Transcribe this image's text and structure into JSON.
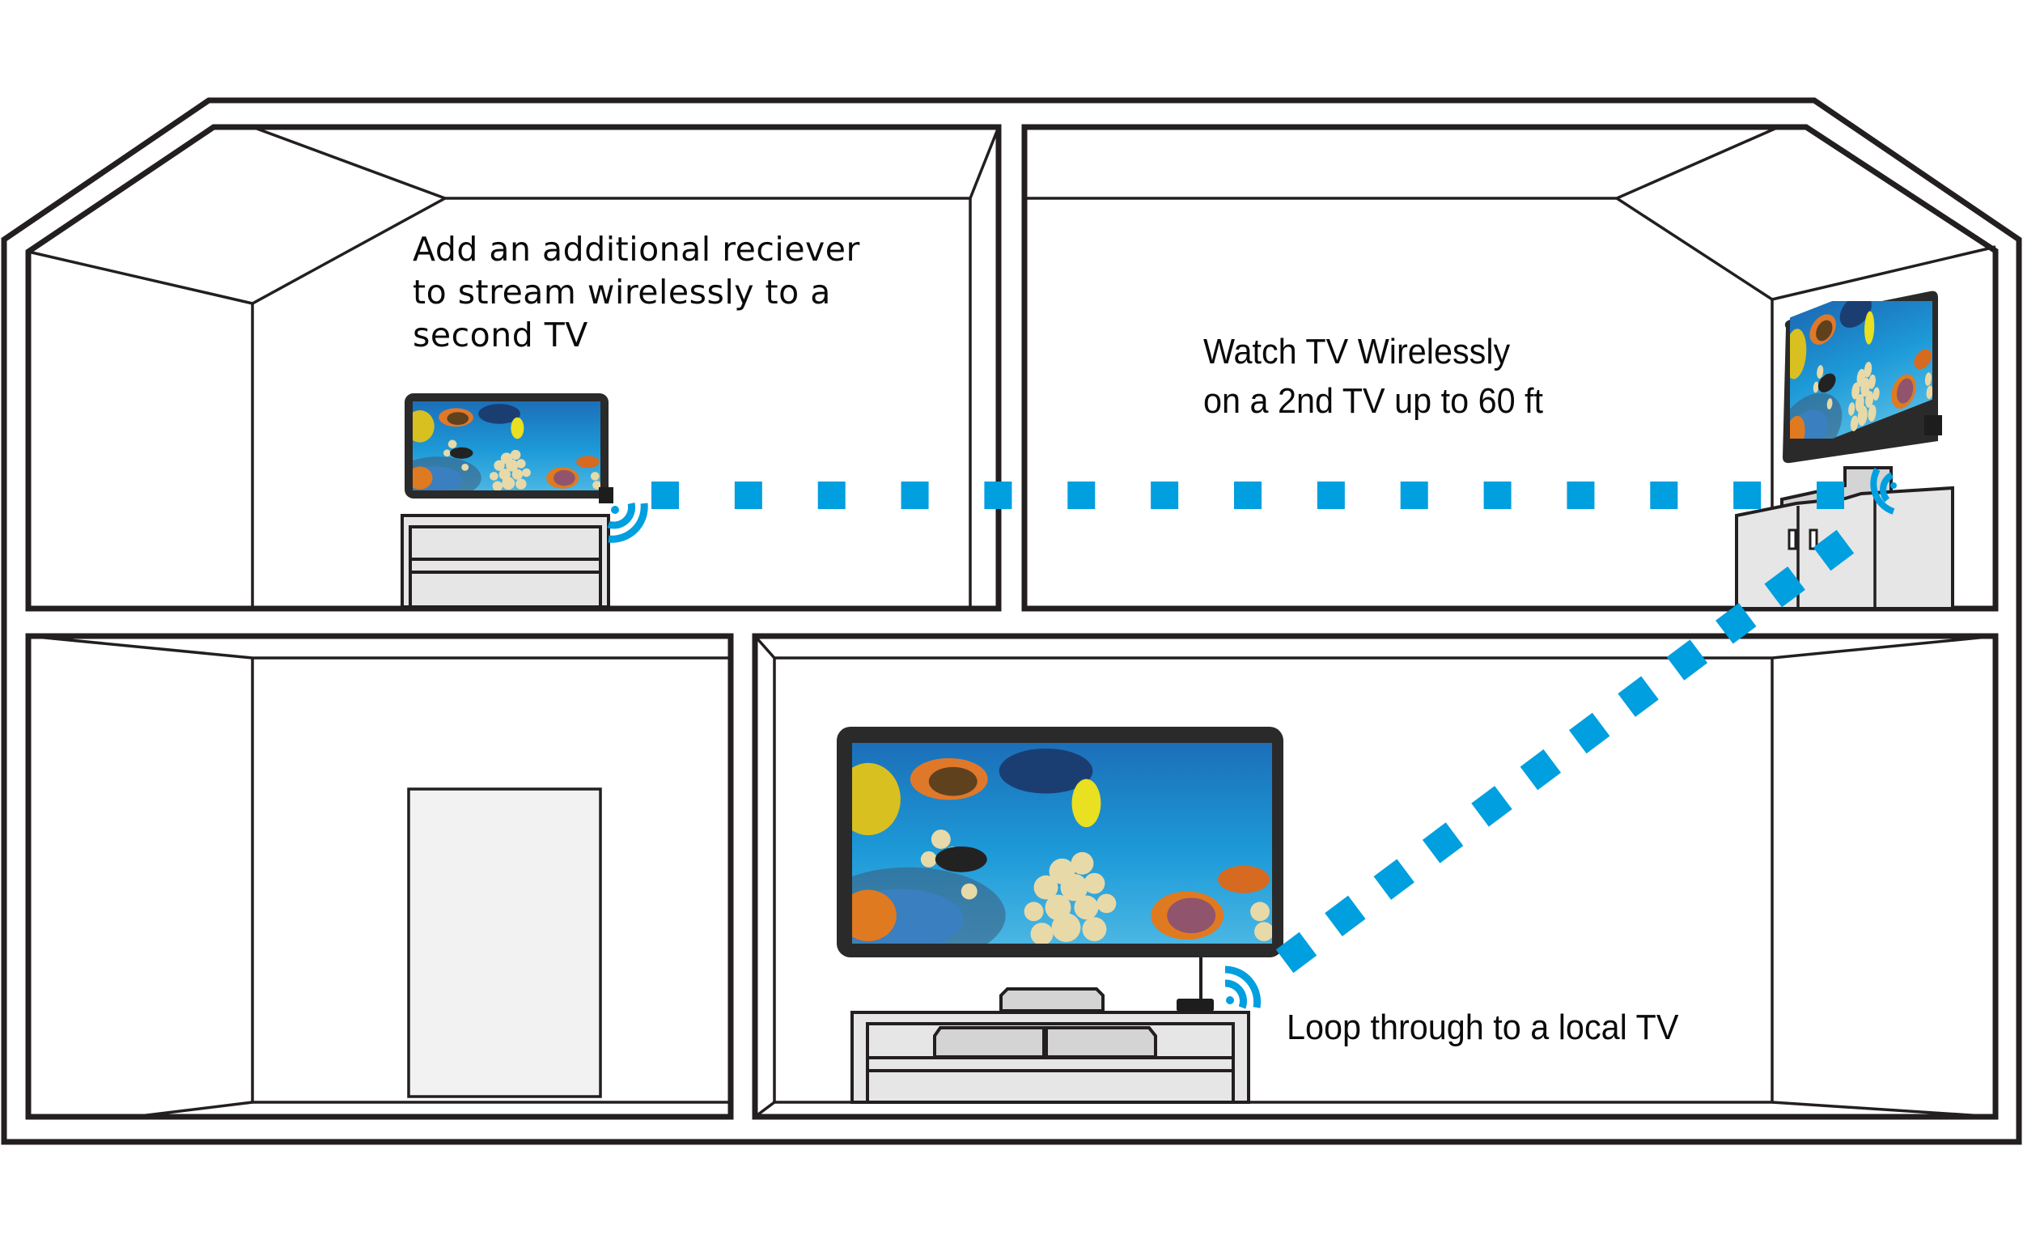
{
  "diagram": {
    "title": "Wireless HDMI transmitter / receiver whole-home setup",
    "accent_color": "#009fdf",
    "line_color": "#231f20",
    "furniture_color": "#e6e6e6",
    "callouts": {
      "additional_receiver": {
        "lines": [
          "Add an additional reciever",
          "to stream wirelessly to a",
          "second TV"
        ]
      },
      "wireless_range": {
        "lines": [
          "Watch TV Wirelessly",
          "on a 2nd TV up to 60 ft"
        ]
      },
      "loop_through": {
        "lines": [
          "Loop through to a local TV"
        ]
      }
    },
    "rooms": [
      {
        "id": "upstairs-left",
        "contents": [
          "small-tv",
          "receiver",
          "dresser"
        ]
      },
      {
        "id": "upstairs-right",
        "contents": [
          "wall-mounted-tv",
          "receiver",
          "cabinet"
        ]
      },
      {
        "id": "downstairs-left",
        "contents": [
          "door"
        ]
      },
      {
        "id": "downstairs-right",
        "contents": [
          "large-tv",
          "transmitter",
          "tv-stand",
          "soundbar"
        ]
      }
    ],
    "signal_paths": [
      {
        "id": "upstairs-link",
        "from": "upstairs-right-receiver",
        "to": "upstairs-left-receiver",
        "dot_count": 15
      },
      {
        "id": "floor-link",
        "from": "downstairs-transmitter",
        "to": "upstairs-right-receiver",
        "dot_count": 12
      }
    ],
    "icons": [
      "wifi-signal-icon",
      "tv-icon",
      "receiver-box-icon"
    ]
  }
}
